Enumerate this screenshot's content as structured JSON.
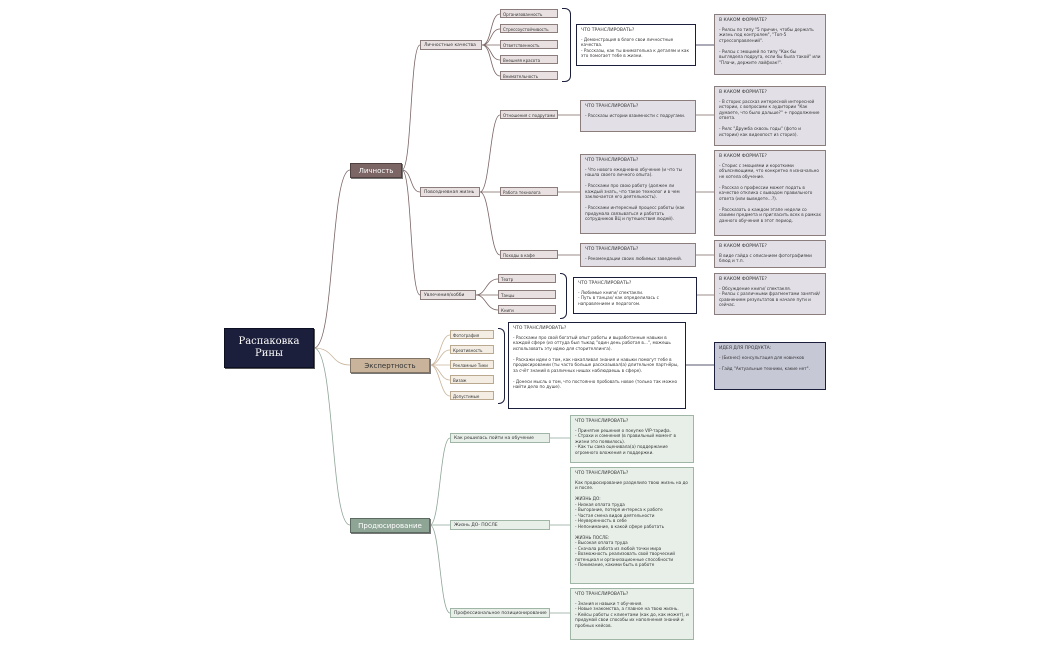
{
  "root": "Распаковка\nРины",
  "branches": {
    "personality": "Личность",
    "expertise": "Экспертность",
    "selling": "Продюсирование"
  },
  "personality": {
    "qualities": {
      "label": "Личностные качества",
      "items": [
        "Организованность",
        "Стрессоустойчивость",
        "Ответственность",
        "Внешняя красота",
        "Внимательность"
      ],
      "what": "ЧТО ТРАНСЛИРОВАТЬ?",
      "what_text": "- Демонстрация в блоге свои личностные качества.\n- Рассказы, как ты внимательна к деталям и как это помогает тебе в жизни.",
      "format": "В КАКОМ ФОРМАТЕ?",
      "format_text": "- Рилсы по типу \"5 причин, чтобы держать жизнь под контролем\", \"Топ-5 стрессоправлений\".\n\n- Рилсы с эмоцией по типу \"Как бы выглядела подруга, если бы была такой\" или \"Плачи, держите лайфхак!\"."
    },
    "daily": {
      "label": "Повседневная жизнь",
      "rel": {
        "label": "Отношения с подругами",
        "what": "ЧТО ТРАНСЛИРОВАТЬ?",
        "what_text": "- Рассказы истории взаимности с подругами.",
        "format": "В КАКОМ ФОРМАТЕ?",
        "format_text": "- В сторис рассказ интересной интересной истории, с вопросами к аудитории \"Как думаете, что было дальше?\" + продолжение ответа.\n\n- Рилс \"Дружба сквозь годы\" (фото и истории) как видеопост из сториз)."
      },
      "work": {
        "label": "Работа технолога",
        "what": "ЧТО ТРАНСЛИРОВАТЬ?",
        "what_text": "- Что нового ежедневно обучение (и что ты нашла своего личного опыта).\n\n- Расскажи про свою работу (должен ли каждый знать, что такое технолог и в чем заключается его деятельность).\n\n- Расскажи интересный процесс работы (как придумала связываться и работать сотрудников ВЦ и путешествия людей).",
        "format": "В КАКОМ ФОРМАТЕ?",
        "format_text": "- Сторис с эмоциями и короткими объясняющими, что конкретно я изначально не хотела обучение.\n\n- Рассказ о профессии может подать в качестве отклика с выводом правильного ответа (или выведете…?).\n\n- Рассказать о каждом этапе недели со своими предмета и пригласить всех в рамках данного обучения в этот период."
      },
      "cafe": {
        "label": "Походы в кафе",
        "what": "ЧТО ТРАНСЛИРОВАТЬ?",
        "what_text": "- Рекомендации своих любимых заведений.",
        "format": "В КАКОМ ФОРМАТЕ?",
        "format_text": "В виде гайда с описанием фотографиями блюд и т.п."
      }
    },
    "hobbies": {
      "label": "Увлечения/хобби",
      "items": [
        "Театр",
        "Танцы",
        "Книги"
      ],
      "what": "ЧТО ТРАНСЛИРОВАТЬ?",
      "what_text": "- Любимые книги/ спектакли.\n- Путь в танцах/ как определилась с направлением и педагогом.",
      "format": "В КАКОМ ФОРМАТЕ?",
      "format_text": "- Обсуждение книги/ спектакля.\n- Рилсы с различными фрагментами занятий/ сравнением результатов в начале пути и сейчас."
    }
  },
  "expertise": {
    "items": [
      "Фотография",
      "Креативность",
      "Рекламные Тики",
      "Визаж",
      "Допустимые"
    ],
    "what": "ЧТО ТРАНСЛИРОВАТЬ?",
    "what_text": "- Расскажи про свой богатый опыт работы и выработанные навыки в каждой сфере (из оттуда был тыкад \"один день работая в...\", можешь использовать эту идею для сторителлинга).\n\n- Раскажи ид­еи о том, как накапливал знания и навыки помогут тебе в продюсировании (ты часто больше рассказывал(а) длительное партнёры, за счёт знаний в различных нишах наблюдаешь в сфере).\n\n- Донеси мысль о том, что постоянно пробовать новое (только так можно найти дело по душе).",
    "idea": "ИДЕЯ ДЛЯ ПРОДУКТА:",
    "idea_text": "- (Бизнес) консультация для новичков\n\n- Гайд \"Актуальные техники, какие нет\"."
  },
  "selling": {
    "why": {
      "label": "Как решилась пойти на обучение",
      "what": "ЧТО ТРАНСЛИРОВАТЬ?",
      "what_text": "- Принятие решения о покупке VIP-тарифа.\n- Страхи и сомнения (в правильный момент в жизни это появилось).\n- Как ты сама оценивала(а) поддержание огромного вложения и поддержки."
    },
    "before_after": {
      "label": "Жизнь ДО- ПОСЛЕ",
      "what": "ЧТО ТРАНСЛИРОВАТЬ?",
      "what_text": "Как продюсирование разделило твою жизнь на до и после.\n\nЖИЗНЬ ДО:\n- Низкая оплата труда\n- Выгорание, потеря интереса к работе\n- Частая смена видов деятельности\n- Неуверенность в себе\n- Непонимание, в какой сфере работать\n\nЖИЗНЬ ПОСЛЕ:\n- Высокая оплата труда\n- Сначала работа из любой точки мира\n- Возможность реализовать свой творческий потенциал и организационные способности\n- Понимание, какими быть в работе"
    },
    "positioning": {
      "label": "Профессиональное позиционирование",
      "what": "ЧТО ТРАНСЛИРОВАТЬ?",
      "what_text": "- Знания и навыки т обучения.\n- Новые знакомства, а главное на твою жизнь.\n- Кейсы работы с клиентами (как до, как может), и придумай свои способы их наполнения знаний и пробных кейсов."
    }
  }
}
